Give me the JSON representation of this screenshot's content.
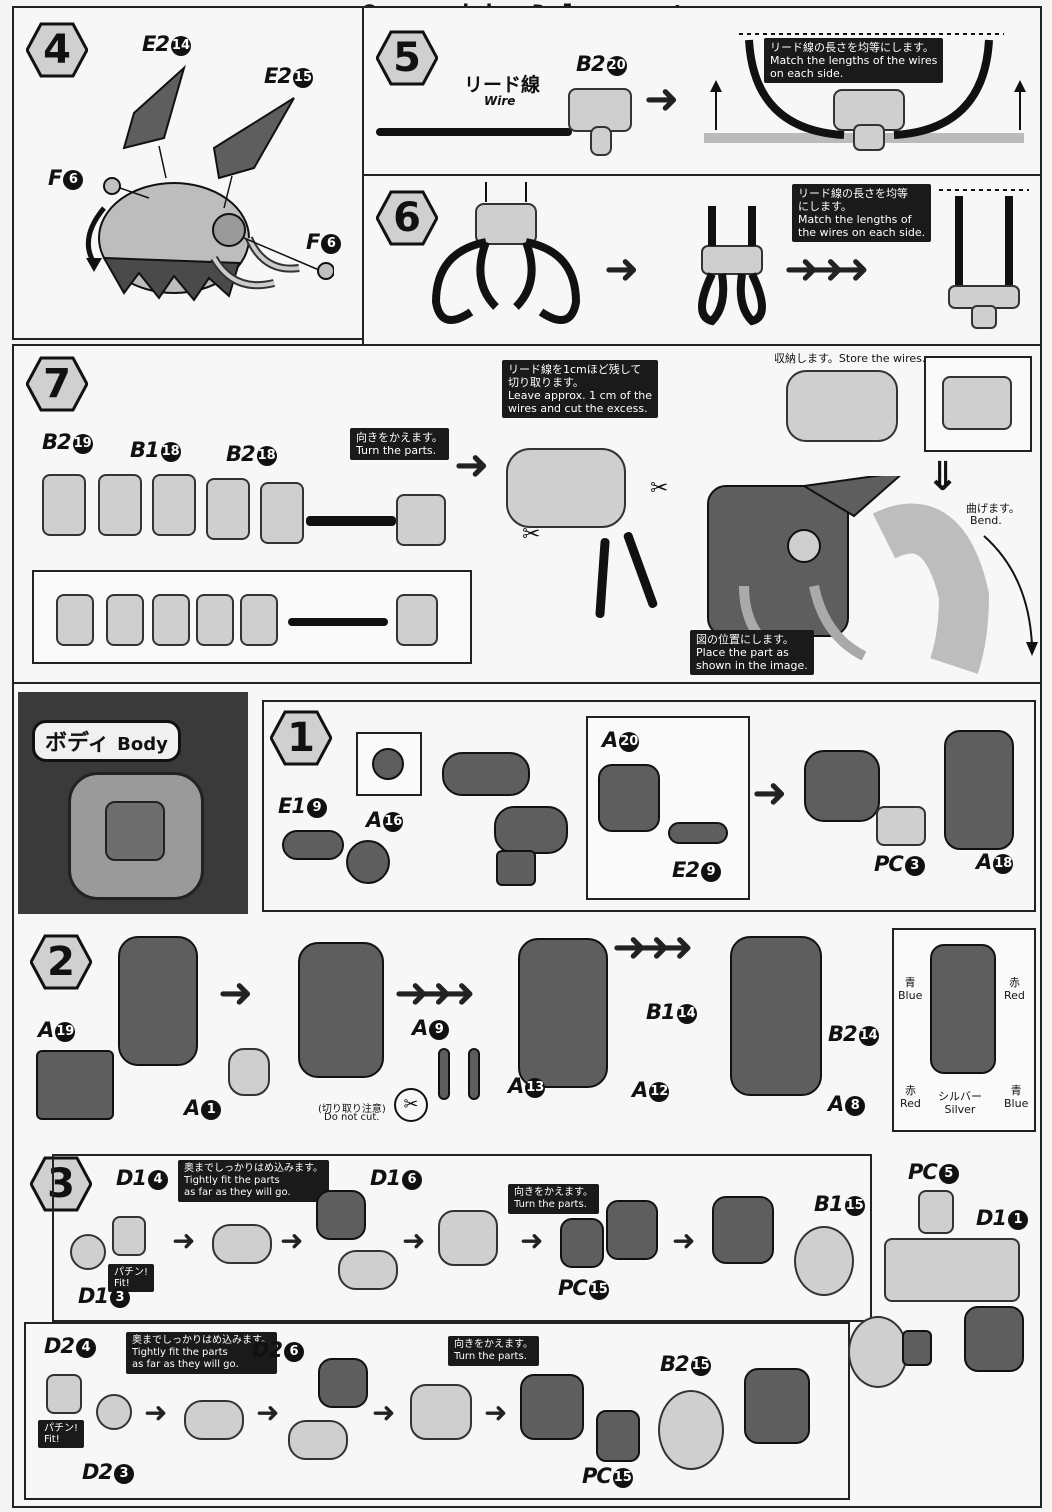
{
  "header": {
    "scan_credit": "Scanned by Dalong.net"
  },
  "steps": {
    "s4": {
      "num": "4",
      "labels": [
        {
          "code": "E2",
          "n": "14"
        },
        {
          "code": "E2",
          "n": "15"
        },
        {
          "code": "F",
          "n": "6"
        },
        {
          "code": "F",
          "n": "6"
        }
      ]
    },
    "s5": {
      "num": "5",
      "wire_jp": "リード線",
      "wire_en": "Wire",
      "part": {
        "code": "B2",
        "n": "20"
      },
      "note": "リード線の長さを均等にします。\nMatch the lengths of the wires\non each side."
    },
    "s6": {
      "num": "6",
      "note": "リード線の長さを均等\nにします。\nMatch the lengths of\nthe wires on each side."
    },
    "s7": {
      "num": "7",
      "parts": [
        {
          "code": "B2",
          "n": "19"
        },
        {
          "code": "B1",
          "n": "18"
        },
        {
          "code": "B2",
          "n": "18"
        }
      ],
      "turn_note": "向きをかえます。\nTurn the parts.",
      "cut_note": "リード線を1cmほど残して\n切り取ります。\nLeave approx. 1 cm of the\nwires and cut the excess.",
      "store_note": "収納します。Store the wires.",
      "bend_jp": "曲げます。",
      "bend_en": "Bend.",
      "place_note": "図の位置にします。\nPlace the part as\nshown in the image."
    }
  },
  "body_section": {
    "title_jp": "ボディ",
    "title_en": "Body",
    "b1": {
      "num": "1",
      "parts": [
        {
          "code": "E1",
          "n": "9"
        },
        {
          "code": "A",
          "n": "16"
        },
        {
          "code": "A",
          "n": "20"
        },
        {
          "code": "E2",
          "n": "9"
        },
        {
          "code": "PC",
          "n": "3"
        },
        {
          "code": "A",
          "n": "18"
        }
      ]
    },
    "b2": {
      "num": "2",
      "parts": [
        {
          "code": "A",
          "n": "19"
        },
        {
          "code": "A",
          "n": "1"
        },
        {
          "code": "A",
          "n": "9"
        },
        {
          "code": "A",
          "n": "13"
        },
        {
          "code": "B1",
          "n": "14"
        },
        {
          "code": "A",
          "n": "12"
        },
        {
          "code": "B2",
          "n": "14"
        },
        {
          "code": "A",
          "n": "8"
        }
      ],
      "donotcut_jp": "(切り取り注意)",
      "donotcut_en": "Do not cut.",
      "colors": {
        "blue_jp": "青",
        "blue_en": "Blue",
        "red_jp": "赤",
        "red_en": "Red",
        "silver_jp": "シルバー",
        "silver_en": "Silver"
      }
    },
    "b3": {
      "num": "3",
      "row1": [
        {
          "code": "D1",
          "n": "4"
        },
        {
          "code": "D1",
          "n": "6"
        },
        {
          "code": "D1",
          "n": "3"
        },
        {
          "code": "PC",
          "n": "15"
        },
        {
          "code": "B1",
          "n": "15"
        }
      ],
      "row2": [
        {
          "code": "D2",
          "n": "4"
        },
        {
          "code": "D2",
          "n": "6"
        },
        {
          "code": "D2",
          "n": "3"
        },
        {
          "code": "PC",
          "n": "15"
        },
        {
          "code": "B2",
          "n": "15"
        }
      ],
      "side": [
        {
          "code": "PC",
          "n": "5"
        },
        {
          "code": "D1",
          "n": "1"
        }
      ],
      "fit_note": "奥までしっかりはめ込みます。\nTightly fit the parts\nas far as they will go.",
      "fit_jp": "パチン!",
      "fit_en": "Fit!",
      "turn_note": "向きをかえます。\nTurn the parts."
    }
  },
  "colors": {
    "ink": "#111111",
    "paper": "#f4f4f4",
    "part_dark": "#5e5e5e",
    "part_mid": "#8a8a8a",
    "part_light": "#cfcfcf"
  }
}
